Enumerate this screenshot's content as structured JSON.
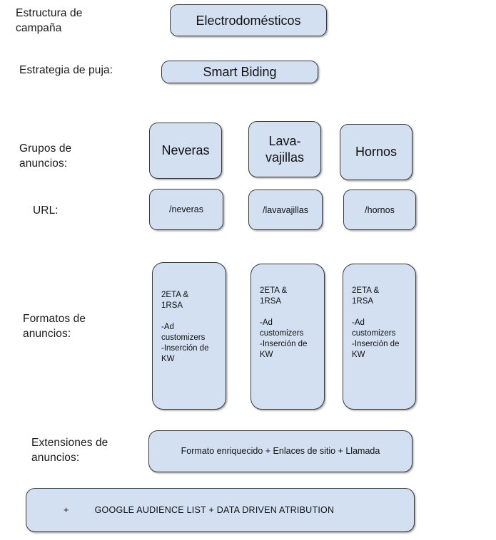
{
  "diagram": {
    "title": "Estructura de campaña",
    "accent_fill": "#d2e0f2",
    "accent_border": "#3a3a3a",
    "text_color": "#111111",
    "background": "#ffffff"
  },
  "rows": {
    "campaign_structure": {
      "label": "Estructura de\ncampaña",
      "node": "Electrodomésticos"
    },
    "bid_strategy": {
      "label": "Estrategia de puja:",
      "node": "Smart Biding"
    },
    "ad_groups": {
      "label": "Grupos de\nanuncios:",
      "nodes": [
        "Neveras",
        "Lava-\nvajillas",
        "Hornos"
      ]
    },
    "urls": {
      "label": "URL:",
      "nodes": [
        "/neveras",
        "/lavavajillas",
        "/hornos"
      ]
    },
    "ad_formats": {
      "label": "Formatos de\nanuncios:",
      "nodes": [
        "2ETA &\n1RSA\n\n-Ad\ncustomizers\n-Inserción de\nKW",
        "2ETA &\n1RSA\n\n-Ad\ncustomizers\n-Inserción de\nKW",
        "2ETA &\n1RSA\n\n-Ad\ncustomizers\n-Inserción de\nKW"
      ]
    },
    "ad_extensions": {
      "label": "Extensiones de\nanuncios:",
      "node": "Formato enriquecido + Enlaces de sitio + Llamada"
    },
    "footer": {
      "plus": "+",
      "text": "GOOGLE AUDIENCE LIST + DATA DRIVEN ATRIBUTION"
    }
  }
}
